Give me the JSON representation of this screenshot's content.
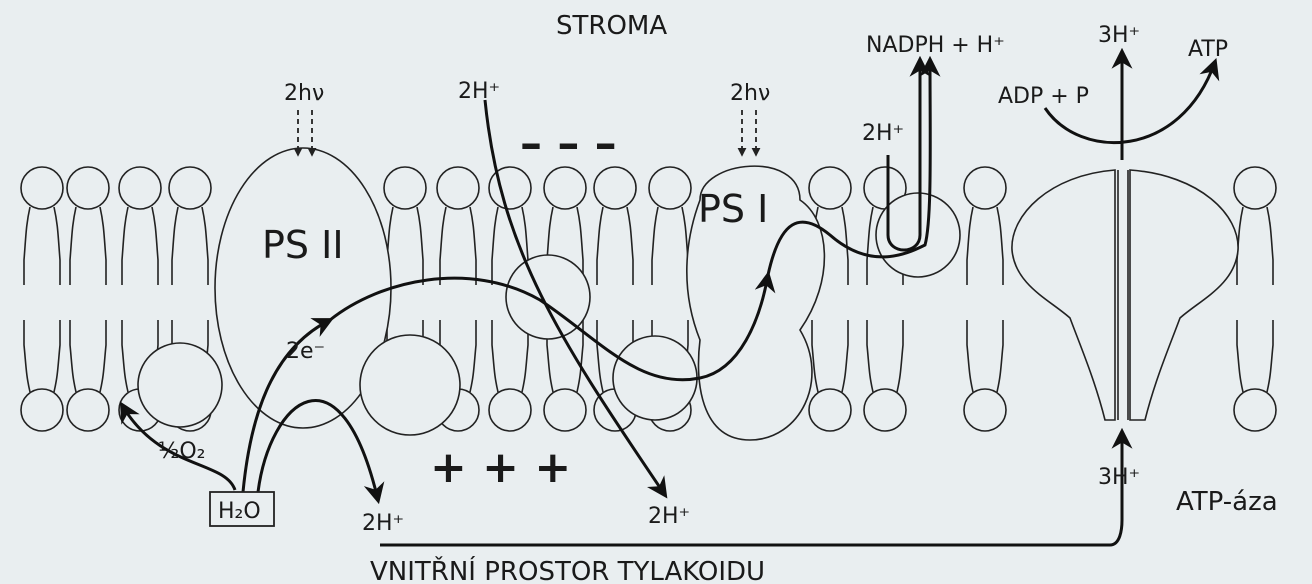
{
  "labels": {
    "top_region": "STROMA",
    "bottom_region": "VNITŘNÍ PROSTOR TYLAKOIDU",
    "ps2": "PS II",
    "ps1": "PS I",
    "light1": "2hν",
    "light2": "2hν",
    "h2o": "H₂O",
    "o2": "½O₂",
    "electrons": "2e⁻",
    "protons_in_stroma": "2H⁺",
    "protons_lumen_left": "2H⁺",
    "protons_lumen_mid": "2H⁺",
    "protons_nadph": "2H⁺",
    "nadph": "NADPH + H⁺",
    "adp": "ADP + P",
    "atp": "ATP",
    "atp_h_out": "3H⁺",
    "atp_h_in": "3H⁺",
    "atp_synthase": "ATP-áza",
    "minus_signs": "–   –   –",
    "plus_signs": "+   +   +"
  }
}
